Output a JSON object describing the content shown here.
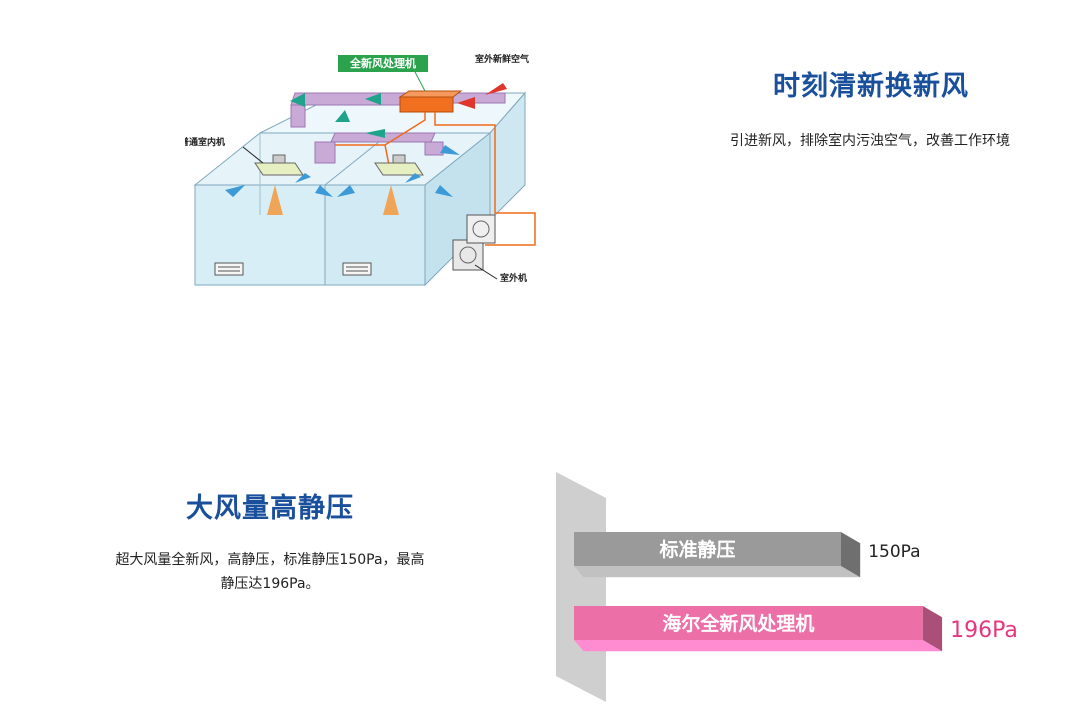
{
  "diagram": {
    "unit_label": "全新风处理机",
    "outdoor_air_label": "室外新鲜空气",
    "indoor_unit_label": "普通室内机",
    "outdoor_unit_label": "室外机"
  },
  "feature_fresh_air": {
    "title": "时刻清新换新风",
    "description": "引进新风，排除室内污浊空气，改善工作环境"
  },
  "feature_pressure": {
    "title": "大风量高静压",
    "description_line1": "超大风量全新风，高静压，标准静压150Pa，最高",
    "description_line2": "静压达196Pa。"
  },
  "chart_data": {
    "type": "bar",
    "categories": [
      "标准静压",
      "海尔全新风处理机"
    ],
    "values": [
      150,
      196
    ],
    "value_labels": [
      "150Pa",
      "196Pa"
    ],
    "colors": [
      "#9a9a9a",
      "#ec6fa7"
    ]
  }
}
